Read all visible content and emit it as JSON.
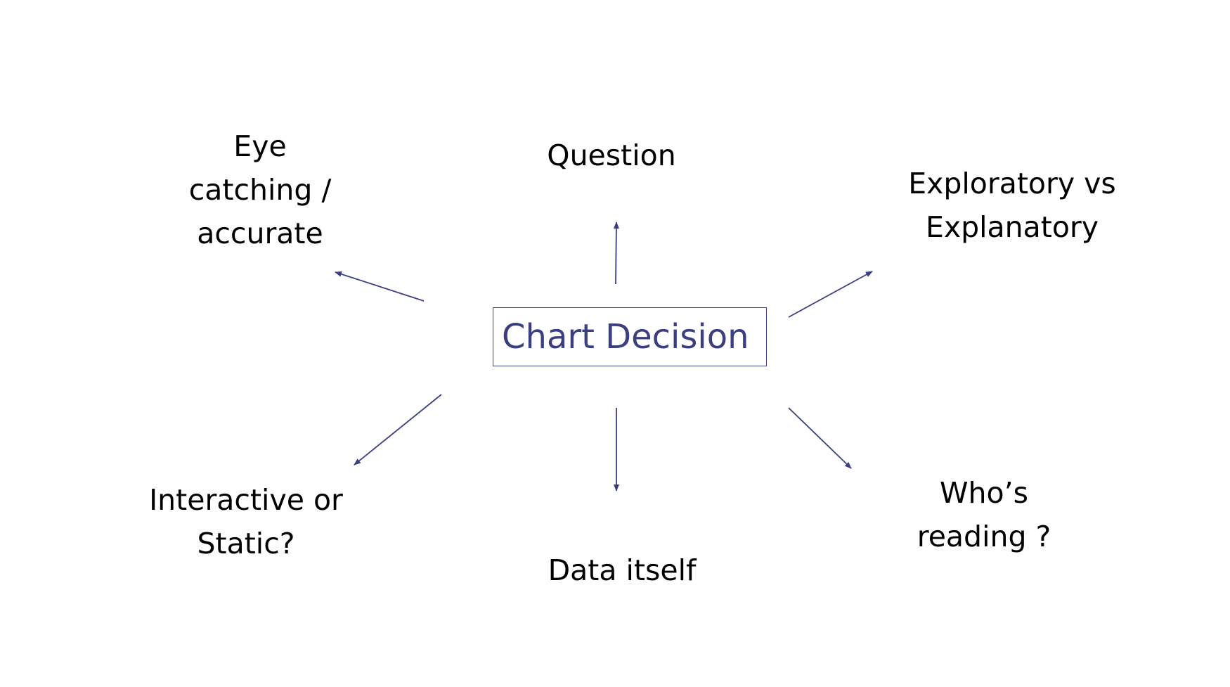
{
  "center": {
    "label": "Chart Decision"
  },
  "nodes": {
    "eye_catching": "Eye\ncatching /\naccurate",
    "question": "Question",
    "exploratory": "Exploratory vs\nExplanatory",
    "interactive": "Interactive  or\nStatic?",
    "data_itself": "Data itself",
    "whos_reading": "Who’s\nreading ?"
  },
  "colors": {
    "accent": "#3b3f80",
    "text": "#000000",
    "background": "#ffffff"
  }
}
